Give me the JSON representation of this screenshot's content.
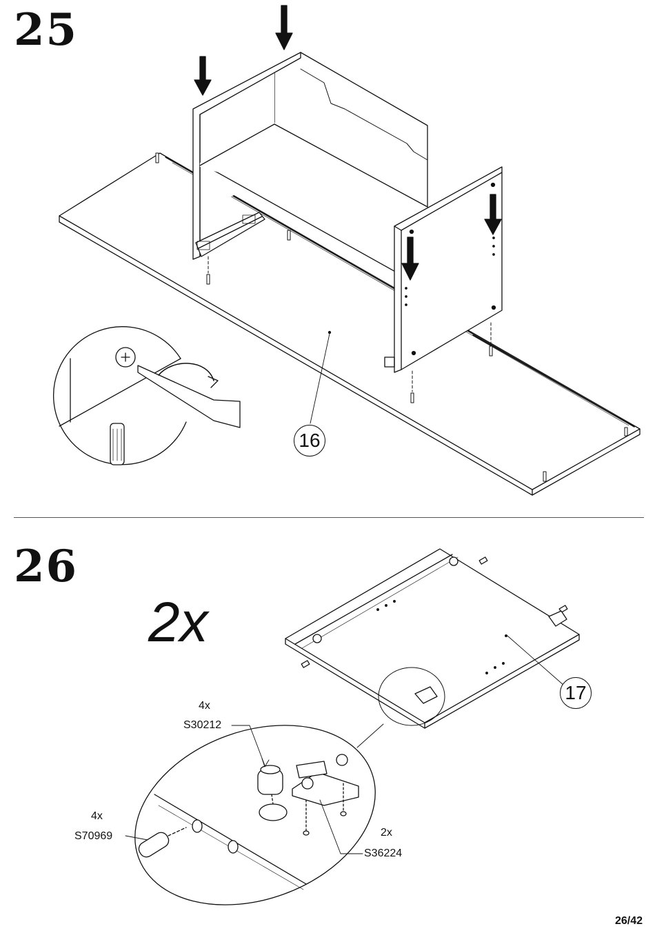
{
  "step_25": {
    "number": "25",
    "part_callout": "16"
  },
  "step_26": {
    "number": "26",
    "quantity": "2x",
    "part_callout": "17",
    "hardware": [
      {
        "qty": "4x",
        "code": "S30212"
      },
      {
        "qty": "4x",
        "code": "S70969"
      },
      {
        "qty": "2x",
        "code": "S36224"
      }
    ]
  },
  "footer": {
    "page": "26/42"
  }
}
